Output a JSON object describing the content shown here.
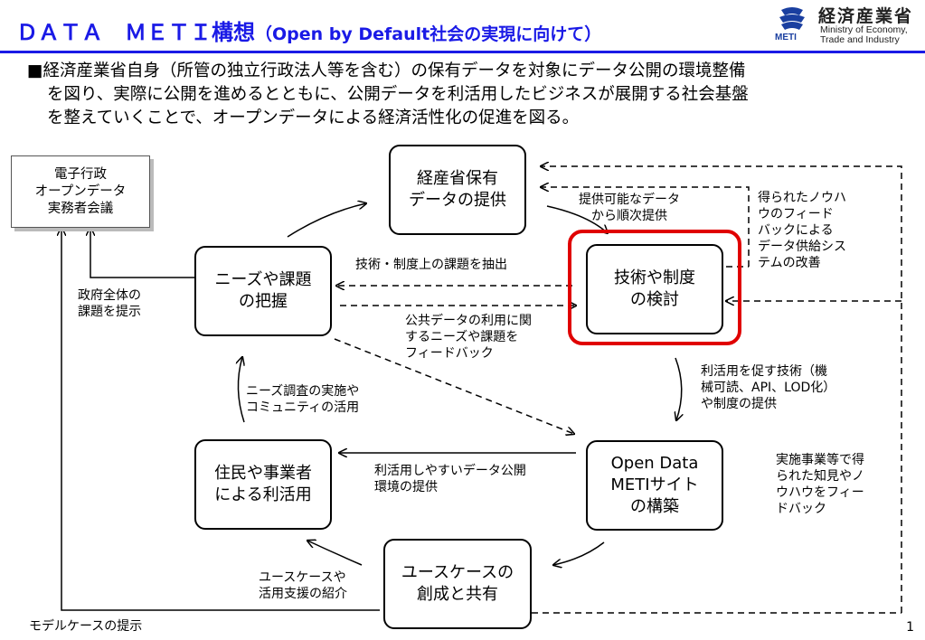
{
  "header": {
    "title": "ＤＡＴＡ　ＭＥＴＩ構想",
    "subtitle": "（Open  by Default社会の実現に向けて）"
  },
  "logo": {
    "org_jp": "経済産業省",
    "org_en_line1": "Ministry of Economy,",
    "org_en_line2": "Trade and Industry",
    "abbr": "METI"
  },
  "intro": {
    "line1": "■経済産業省自身（所管の独立行政法人等を含む）の保有データを対象にデータ公開の環境整備",
    "line2": "を図り、実際に公開を進めるとともに、公開データを利活用したビジネスが展開する社会基盤",
    "line3": "を整えていくことで、オープンデータによる経済活性化の促進を図る。"
  },
  "nodes": {
    "council": [
      "電子行政",
      "オープンデータ",
      "実務者会議"
    ],
    "meti_data": [
      "経産省保有",
      "データの提供"
    ],
    "needs": [
      "ニーズや課題",
      "の把握"
    ],
    "tech": [
      "技術や制度",
      "の検討"
    ],
    "residents": [
      "住民や事業者",
      "による利活用"
    ],
    "site": [
      "Open Data",
      "METIサイト",
      "の構築"
    ],
    "usecase": [
      "ユースケースの",
      "創成と共有"
    ]
  },
  "labels": {
    "gov_issues": [
      "政府全体の",
      "課題を提示"
    ],
    "provide_sequential": [
      "提供可能なデータ",
      "から順次提供"
    ],
    "know_how": [
      "得られたノウハ",
      "ウのフィード",
      "バックによる",
      "データ供給シス",
      "テムの改善"
    ],
    "extract_issues": "技術・制度上の課題を抽出",
    "public_data_feedback": [
      "公共データの利用に関",
      "するニーズや課題を",
      "フィードバック"
    ],
    "promote_tech": [
      "利活用を促す技術（機",
      "械可読、API、LOD化）",
      "や制度の提供"
    ],
    "survey": [
      "ニーズ調査の実施や",
      "コミュニティの活用"
    ],
    "easy_env": [
      "利活用しやすいデータ公開",
      "環境の提供"
    ],
    "implement_feedback": [
      "実施事業等で得",
      "られた知見やノ",
      "ウハウをフィー",
      "ドバック"
    ],
    "usecase_intro": [
      "ユースケースや",
      "活用支援の紹介"
    ],
    "model_case": "モデルケースの提示"
  },
  "page_number": "1",
  "colors": {
    "title_blue": "#1a1ae6",
    "highlight_red": "#e00000"
  }
}
